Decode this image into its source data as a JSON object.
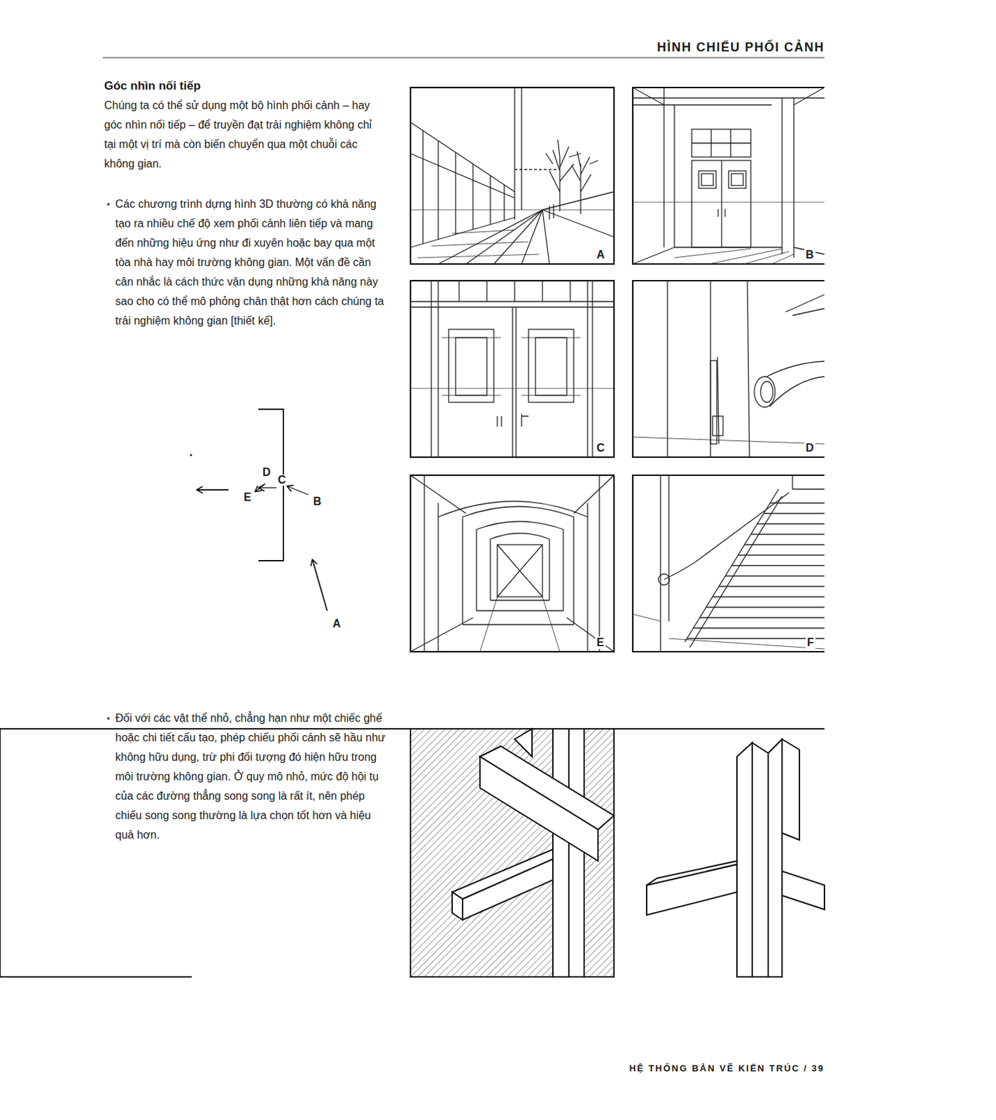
{
  "diagram": {
    "title": "Góc nhìn nối tiếp",
    "labels": [
      "HÌNH CHIẾU PHỐI CẢNH",
      "Chúng ta có thể sử dụng một bộ hình phối cảnh – hay góc nhìn nối tiếp – để truyền đạt trải nghiệm không chỉ tại một vị trí mà còn biến chuyển qua một chuỗi các không gian.",
      "Các chương trình dựng hình 3D thường có khả năng tạo ra nhiều chế độ xem phối cảnh liên tiếp và mang đến những hiệu ứng như đi xuyên hoặc bay qua một tòa nhà hay môi trường không gian. Một vấn đề cần cân nhắc là cách thức vận dụng những khả năng này sao cho có thể mô phỏng chân thật hơn cách chúng ta trải nghiệm không gian [thiết kế].",
      "Đối với các vật thể nhỏ, chẳng hạn như một chiếc ghế hoặc chi tiết cấu tạo, phép chiếu phối cảnh sẽ hầu như không hữu dụng, trừ phi đối tượng đó hiện hữu trong môi trường không gian. Ở quy mô nhỏ, mức độ hội tụ của các đường thẳng song song là rất ít, nên phép chiếu song song thường là lựa chọn tốt hơn và hiệu quả hơn.",
      "D",
      "C",
      "E",
      "B",
      "A",
      "A",
      "B",
      "C",
      "D",
      "E",
      "F",
      "HỆ THỐNG BẢN VẼ KIẾN TRÚC / 39"
    ]
  }
}
